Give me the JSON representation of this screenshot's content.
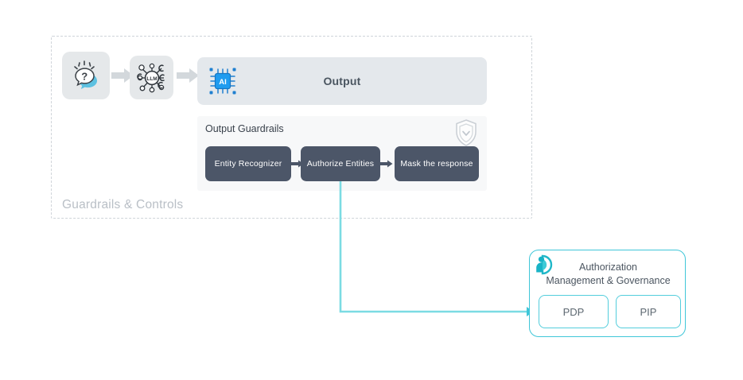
{
  "diagram": {
    "zone": {
      "caption": "Guardrails & Controls"
    },
    "pipeline_icons": [
      {
        "name": "question-bubble-icon",
        "label": "question prompt"
      },
      {
        "name": "llm-network-icon",
        "label": "LLM"
      }
    ],
    "output": {
      "label": "Output",
      "chip_icon_label": "AI"
    },
    "guardrails": {
      "title": "Output Guardrails",
      "shield_icon": "shield-check-icon",
      "steps": [
        {
          "label": "Entity Recognizer"
        },
        {
          "label": "Authorize Entities"
        },
        {
          "label": "Mask the response"
        }
      ]
    },
    "authorization": {
      "title_line1": "Authorization",
      "title_line2": "Management & Governance",
      "logo_icon": "identity-person-logo-icon",
      "components": [
        {
          "label": "PDP"
        },
        {
          "label": "PIP"
        }
      ]
    },
    "colors": {
      "accent_cyan": "#3fc6d8",
      "connector_cyan": "#7bdbe3",
      "step_box": "#4c5668",
      "output_bar": "#e4e8ec",
      "panel_bg": "#f7f8f9",
      "zone_dash": "#cfd4d9",
      "zone_caption": "#b9bfc6",
      "chip_blue": "#1f9cf0"
    }
  }
}
